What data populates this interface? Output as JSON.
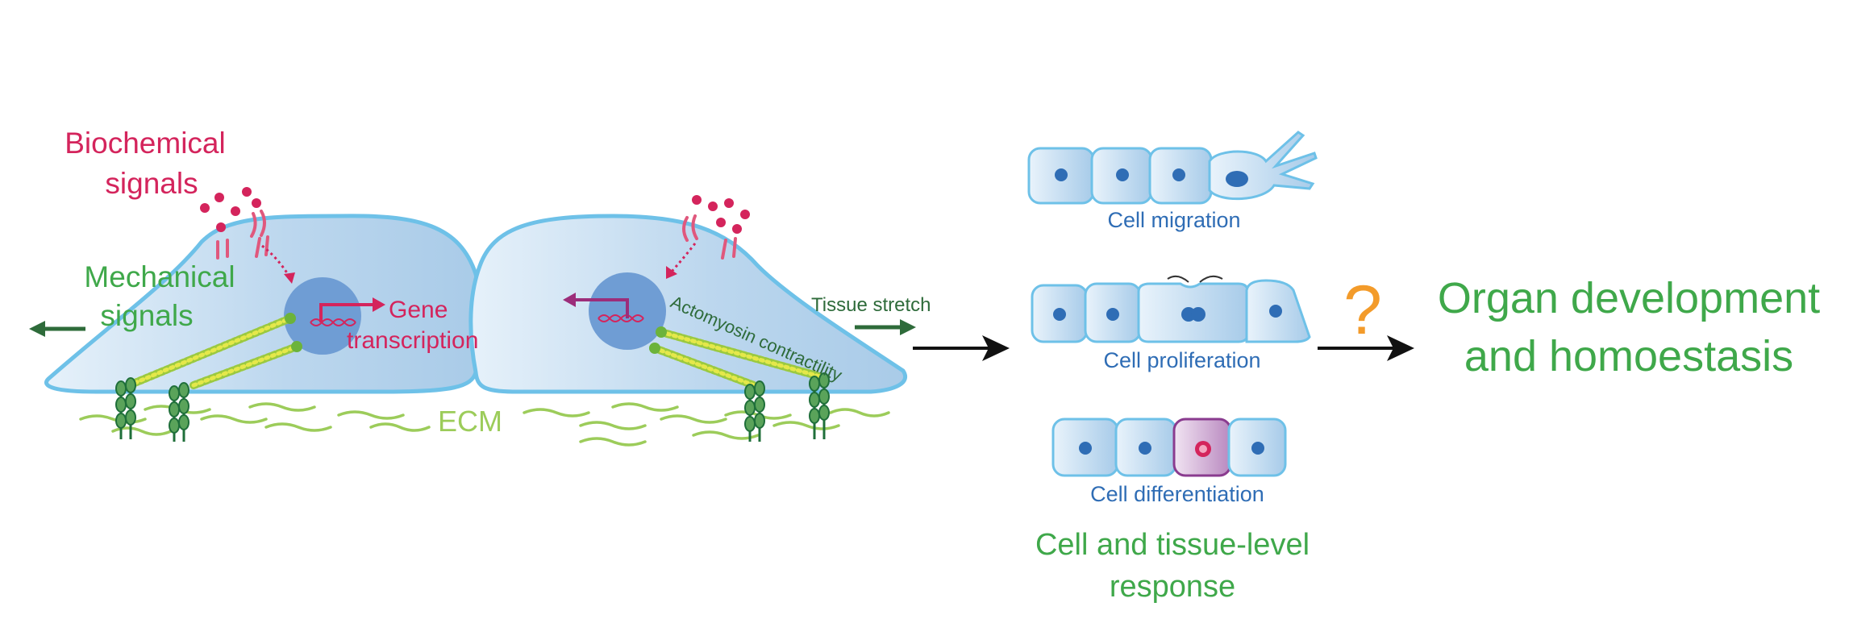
{
  "labels": {
    "biochemical_line1": "Biochemical",
    "biochemical_line2": "signals",
    "mechanical_line1": "Mechanical",
    "mechanical_line2": "signals",
    "gene_line1": "Gene",
    "gene_line2": "transcription",
    "actomyosin": "Actomyosin contractility",
    "ecm": "ECM",
    "tissue_stretch": "Tissue stretch",
    "cell_migration": "Cell migration",
    "cell_proliferation": "Cell proliferation",
    "cell_differentiation": "Cell differentiation",
    "response_line1": "Cell and tissue-level",
    "response_line2": "response",
    "question_mark": "?",
    "organ_line1": "Organ development",
    "organ_line2": "and homoestasis"
  },
  "colors": {
    "magenta": "#d4245c",
    "green_text": "#3fa84a",
    "dark_green": "#2e6b3a",
    "blue_text": "#2f6db5",
    "orange": "#f39b2a",
    "ecm_green": "#9ccc5a",
    "cell_fill": "#c6def0",
    "cell_stroke": "#6ec1e8",
    "nucleus": "#6f9dd4"
  }
}
